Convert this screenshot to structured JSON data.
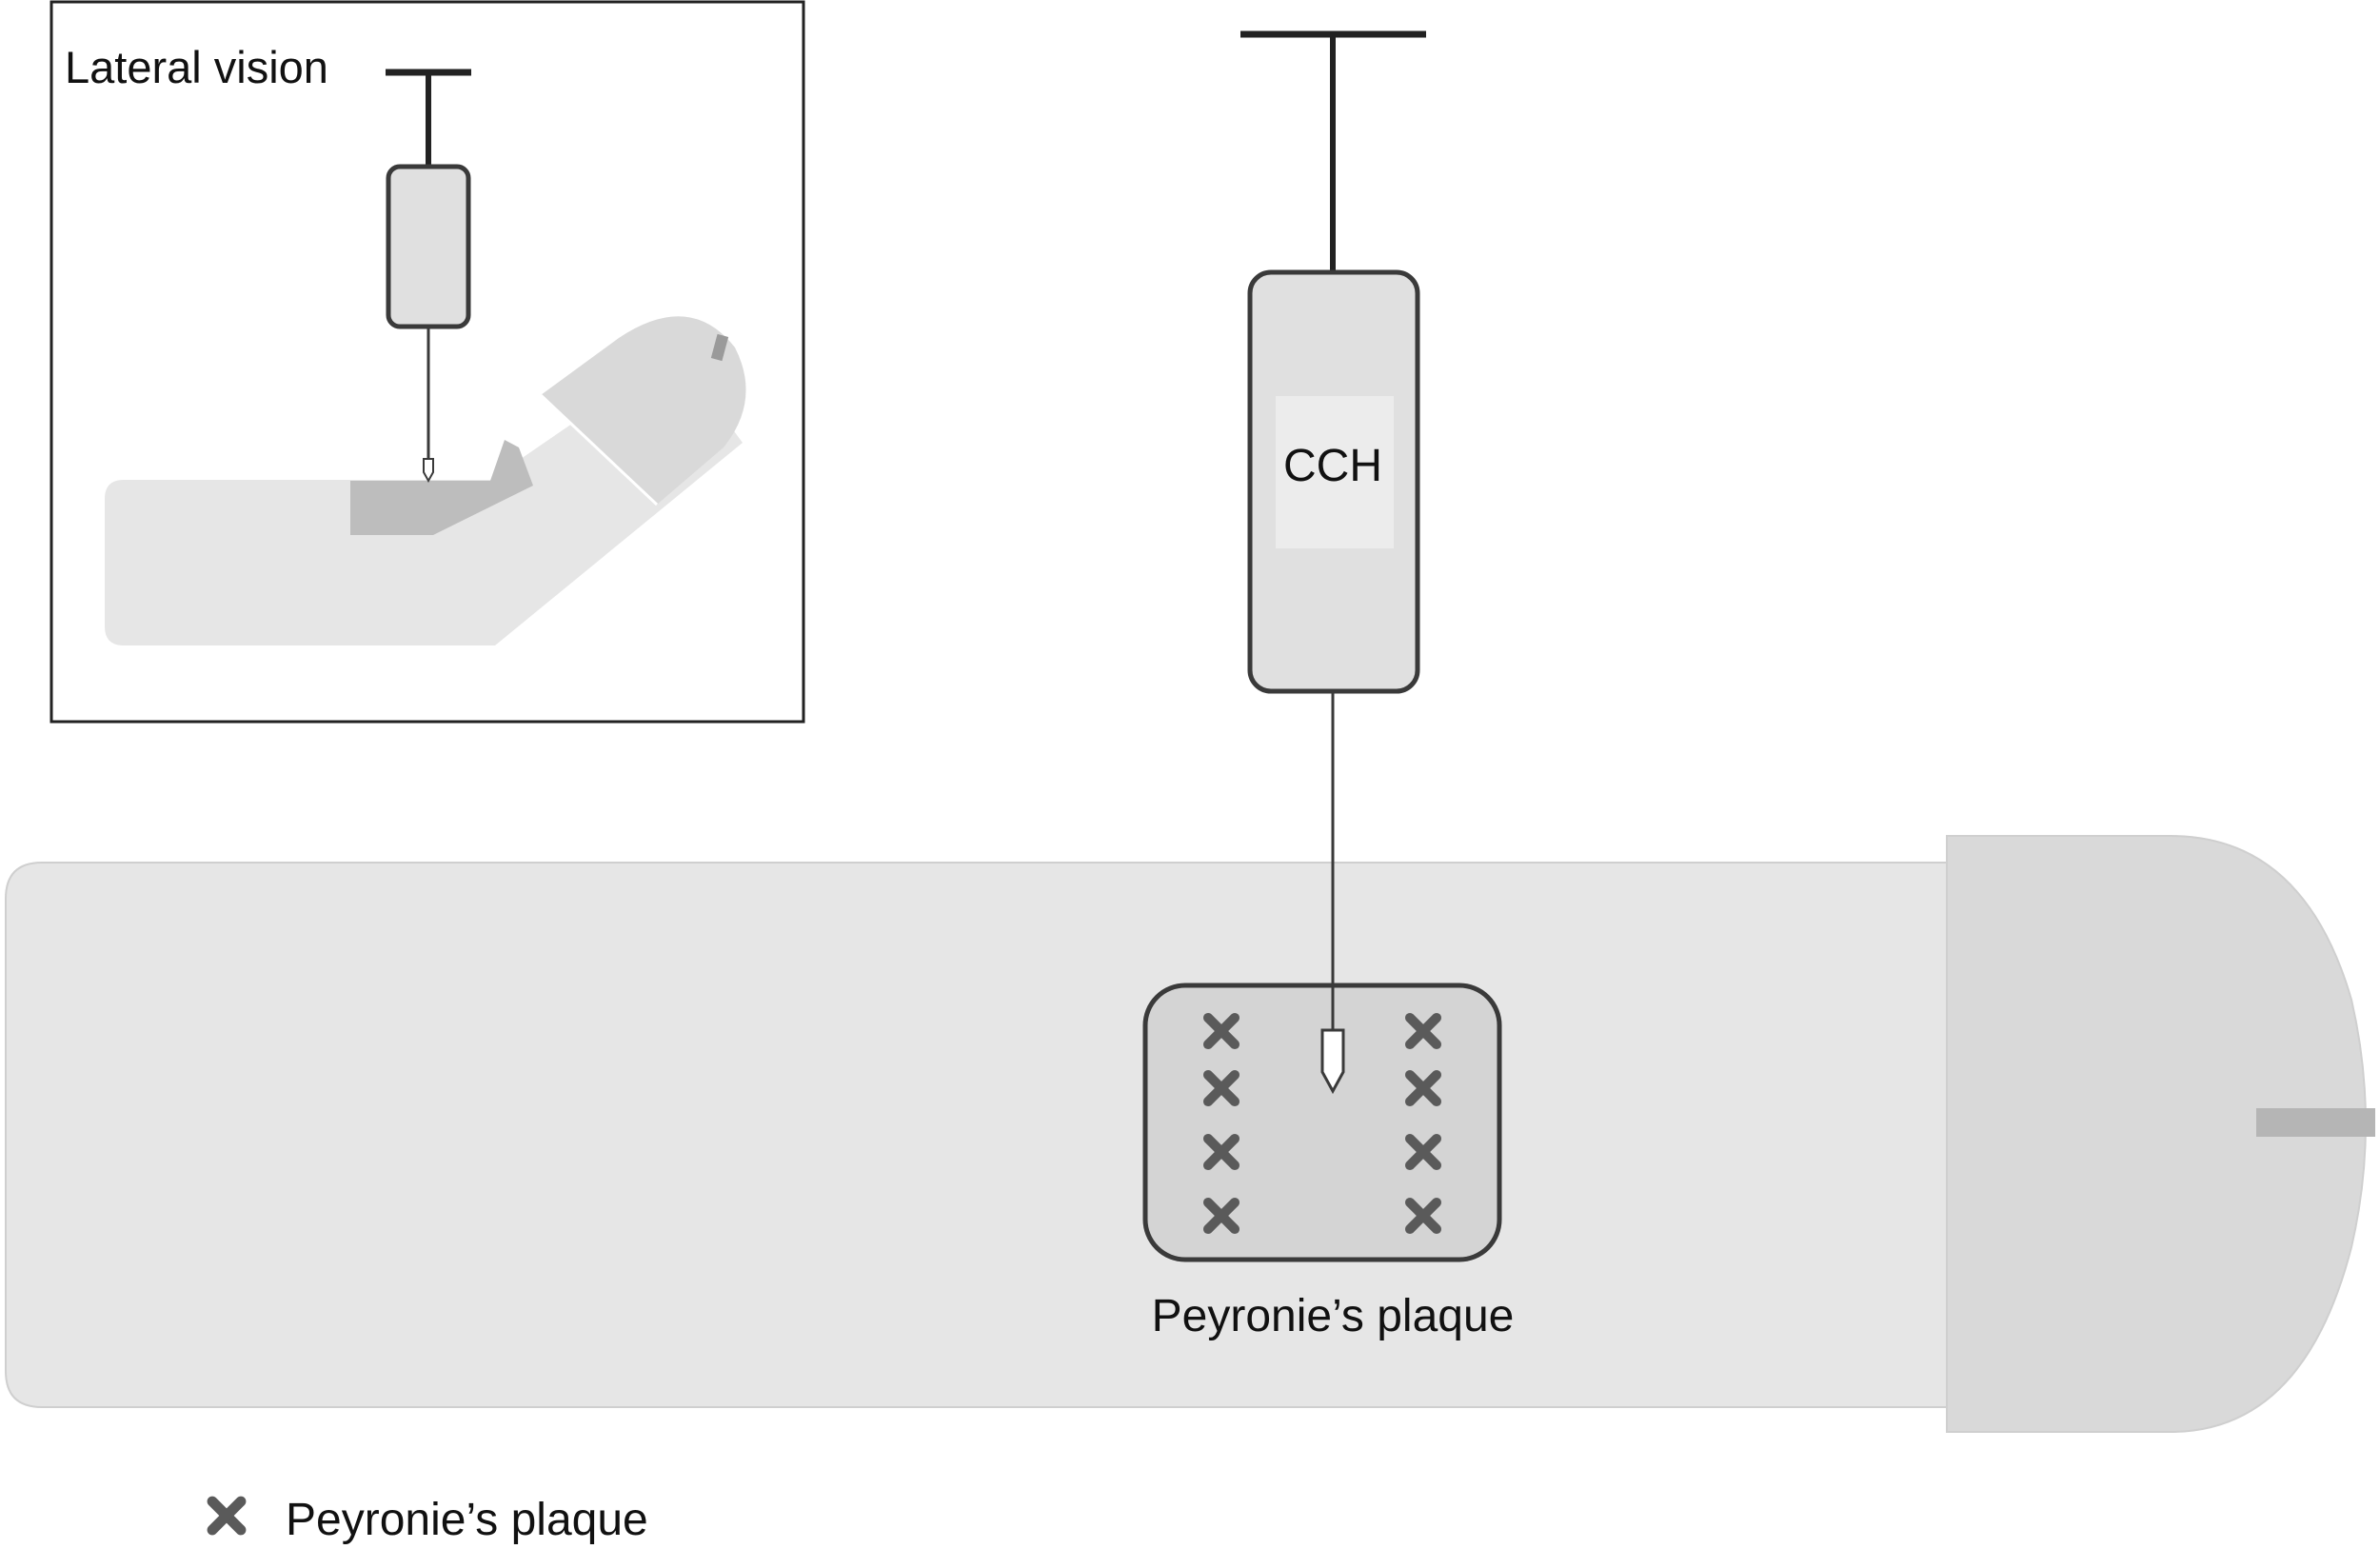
{
  "inset": {
    "title": "Lateral vision"
  },
  "syringe": {
    "label": "CCH"
  },
  "plaque": {
    "label": "Peyronie’s plaque"
  },
  "legend": {
    "items": [
      {
        "icon": "x-mark-icon",
        "label": "Peyronie’s plaque"
      }
    ]
  },
  "colors": {
    "body_fill": "#e6e6e6",
    "glans_fill": "#d9d9d9",
    "plaque_fill": "#d4d4d4",
    "outline": "#3a3a3a",
    "mark": "#5a5a5a",
    "inset_plaque": "#bdbdbd"
  }
}
